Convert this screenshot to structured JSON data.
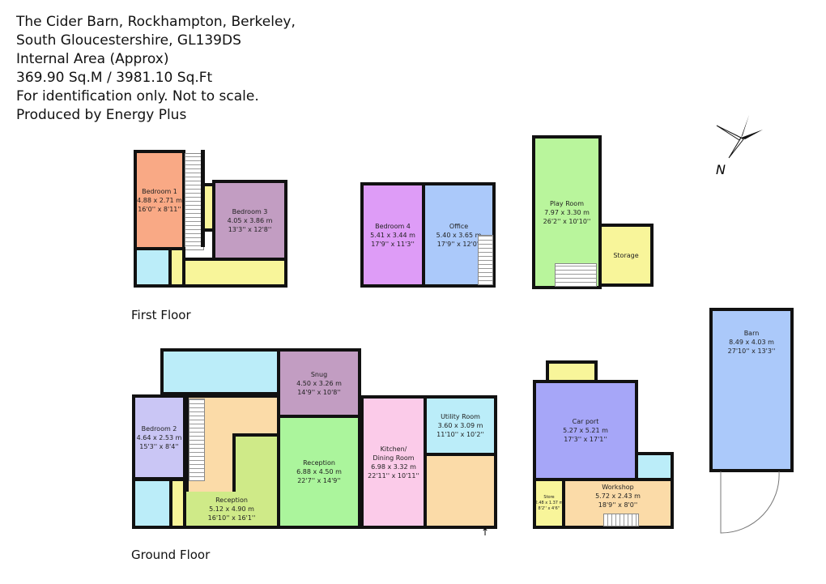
{
  "header": {
    "lines": [
      "The Cider Barn, Rockhampton, Berkeley,",
      "South Gloucestershire, GL139DS",
      "Internal Area (Approx)",
      "369.90 Sq.M / 3981.10 Sq.Ft",
      "For identification only. Not to scale.",
      "Produced by Energy Plus"
    ]
  },
  "floors": {
    "first": "First Floor",
    "ground": "Ground Floor"
  },
  "compass": {
    "label": "N",
    "icon": "compass-rose-icon"
  },
  "rooms": {
    "bedroom1": {
      "name": "Bedroom 1",
      "metric": "4.88 x 2.71 m",
      "imperial": "16'0'' x 8'11''",
      "color": "#f9a985"
    },
    "bedroom3": {
      "name": "Bedroom 3",
      "metric": "4.05 x 3.86 m",
      "imperial": "13'3'' x 12'8''",
      "color": "#c29dc2"
    },
    "bedroom4": {
      "name": "Bedroom 4",
      "metric": "5.41 x 3.44 m",
      "imperial": "17'9'' x 11'3''",
      "color": "#de9cf7"
    },
    "office": {
      "name": "Office",
      "metric": "5.40 x 3.65 m",
      "imperial": "17'9'' x 12'0''",
      "color": "#abc9fa"
    },
    "playroom": {
      "name": "Play Room",
      "metric": "7.97 x 3.30 m",
      "imperial": "26'2'' x 10'10''",
      "color": "#b9f59c"
    },
    "storage": {
      "name": "Storage",
      "color": "#f8f59a"
    },
    "snug": {
      "name": "Snug",
      "metric": "4.50 x 3.26 m",
      "imperial": "14'9'' x 10'8''",
      "color": "#c29dc2"
    },
    "bedroom2": {
      "name": "Bedroom 2",
      "metric": "4.64 x 2.53 m",
      "imperial": "15'3'' x 8'4''",
      "color": "#cac6f5"
    },
    "reception_left": {
      "name": "Reception",
      "metric": "5.12 x 4.90 m",
      "imperial": "16'10'' x 16'1''",
      "color": "#cfea88"
    },
    "reception_center": {
      "name": "Reception",
      "metric": "6.88 x 4.50 m",
      "imperial": "22'7'' x 14'9''",
      "color": "#abf59c"
    },
    "kitchen": {
      "name": "Kitchen/",
      "name2": "Dining Room",
      "metric": "6.98 x 3.32 m",
      "imperial": "22'11'' x 10'11''",
      "color": "#fbcbe9"
    },
    "utility": {
      "name": "Utility Room",
      "metric": "3.60 x 3.09 m",
      "imperial": "11'10'' x 10'2''",
      "color": "#bbedf9"
    },
    "carport": {
      "name": "Car port",
      "metric": "5.27 x 5.21 m",
      "imperial": "17'3'' x 17'1''",
      "color": "#a6a6f8"
    },
    "workshop": {
      "name": "Workshop",
      "metric": "5.72 x 2.43 m",
      "imperial": "18'9'' x 8'0''",
      "color": "#fbdba8"
    },
    "store": {
      "name": "Store",
      "metric": "2.48 x 1.37 m",
      "imperial": "8'2'' x 4'6''",
      "color": "#f8f59a"
    },
    "barn": {
      "name": "Barn",
      "metric": "8.49 x 4.03 m",
      "imperial": "27'10'' x 13'3''",
      "color": "#abc9fa"
    }
  },
  "colors": {
    "bathroom": "#bbedf9",
    "landing": "#f8f59a",
    "hall": "#fbdba8",
    "wall": "#111111"
  }
}
